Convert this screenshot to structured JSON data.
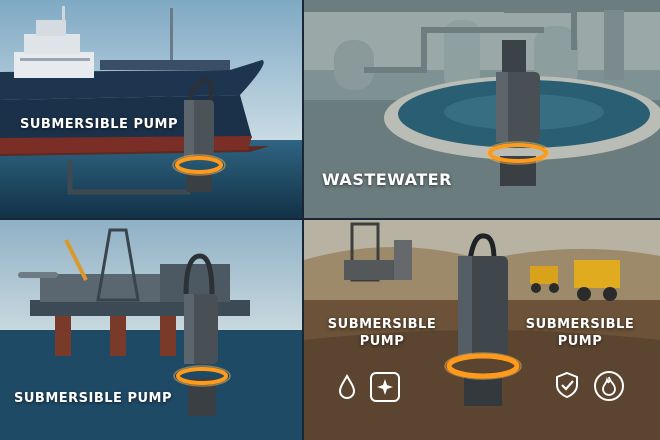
{
  "panels": {
    "ship": {
      "label": "SUBMERSIBLE PUMP"
    },
    "wastewater": {
      "label": "WASTEWATER"
    },
    "offshore": {
      "label": "SUBMERSIBLE PUMP"
    },
    "mining": {
      "label_left": "SUBMERSIBLE PUMP",
      "label_right": "SUBMERSIBLE PUMP"
    }
  },
  "icons": [
    "water-drop-icon",
    "sparkle-icon",
    "shield-check-icon",
    "flame-icon"
  ],
  "colors": {
    "glow": "#ff9a1a",
    "sea": "#1f4a66",
    "hull": "#1e3550",
    "soil": "#6b5238"
  }
}
